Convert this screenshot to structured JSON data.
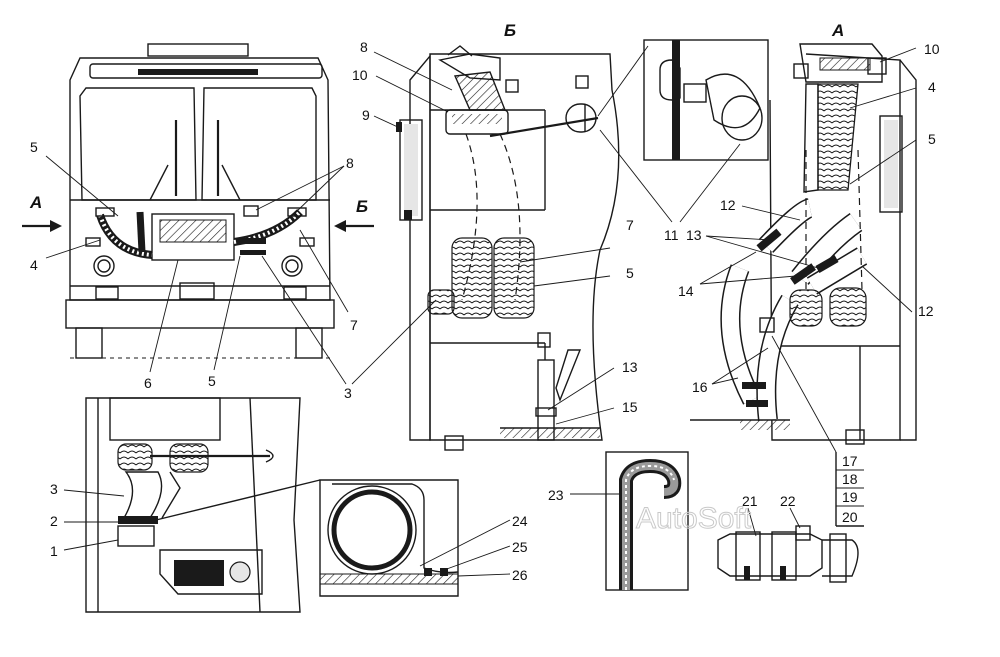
{
  "view_labels": {
    "a": "А",
    "b": "Б"
  },
  "callouts": {
    "n1": "1",
    "n2": "2",
    "n3": "3",
    "n4": "4",
    "n5": "5",
    "n6": "6",
    "n7": "7",
    "n8": "8",
    "n9": "9",
    "n10": "10",
    "n11": "11",
    "n12": "12",
    "n13": "13",
    "n14": "14",
    "n15": "15",
    "n16": "16",
    "n17": "17",
    "n18": "18",
    "n19": "19",
    "n20": "20",
    "n21": "21",
    "n22": "22",
    "n23": "23",
    "n24": "24",
    "n25": "25",
    "n26": "26"
  },
  "watermark": "AutoSoft"
}
